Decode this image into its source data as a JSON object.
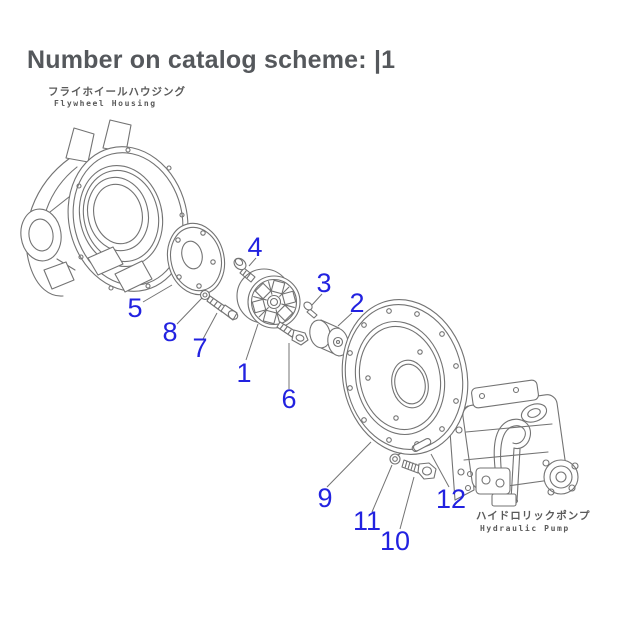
{
  "header": {
    "title": "Number on catalog scheme: |1"
  },
  "diagram": {
    "flywheel_housing_label": {
      "jp": "フライホイールハウジング",
      "en": "Flywheel Housing"
    },
    "hydraulic_pump_label": {
      "jp": "ハイドロリックポンプ",
      "en": "Hydraulic Pump"
    },
    "parts": [
      {
        "num": "1"
      },
      {
        "num": "2"
      },
      {
        "num": "3"
      },
      {
        "num": "4"
      },
      {
        "num": "5"
      },
      {
        "num": "6"
      },
      {
        "num": "7"
      },
      {
        "num": "8"
      },
      {
        "num": "9"
      },
      {
        "num": "10"
      },
      {
        "num": "11"
      },
      {
        "num": "12"
      }
    ]
  },
  "colors": {
    "part_label_blue": "#2222e0",
    "drawing_line_gray": "#737373",
    "title_gray": "#55585c",
    "caption_gray": "#5a5a5a",
    "background": "#ffffff"
  }
}
